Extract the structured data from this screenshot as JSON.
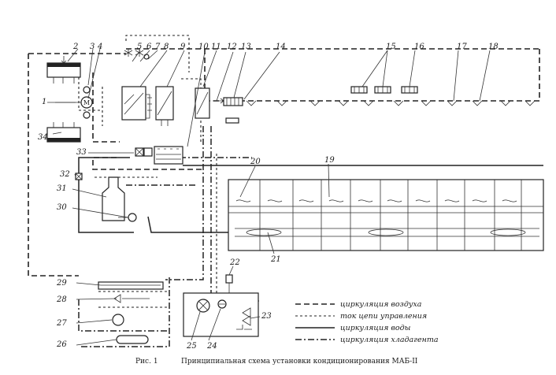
{
  "labels": {
    "n1": "1",
    "n2": "2",
    "n3": "3",
    "n4": "4",
    "n5": "5",
    "n6": "6",
    "n7": "7",
    "n8": "8",
    "n9": "9",
    "n10": "10",
    "n11": "11",
    "n12": "12",
    "n13": "13",
    "n14": "14",
    "n15": "15",
    "n16": "16",
    "n17": "17",
    "n18": "18",
    "n19": "19",
    "n20": "20",
    "n21": "21",
    "n22": "22",
    "n23": "23",
    "n24": "24",
    "n25": "25",
    "n26": "26",
    "n27": "27",
    "n28": "28",
    "n29": "29",
    "n30": "30",
    "n31": "31",
    "n32": "32",
    "n33": "33",
    "n34": "34"
  },
  "legend": {
    "air": "циркуляция воздуха",
    "control": "ток цепи управления",
    "water": "циркуляция воды",
    "refrigerant": "циркуляция хладагента"
  },
  "caption": {
    "fig": "Рис. 1",
    "text": "Принципиальная схема установки кондиционирования МАБ-II"
  },
  "motor_symbol": "М"
}
